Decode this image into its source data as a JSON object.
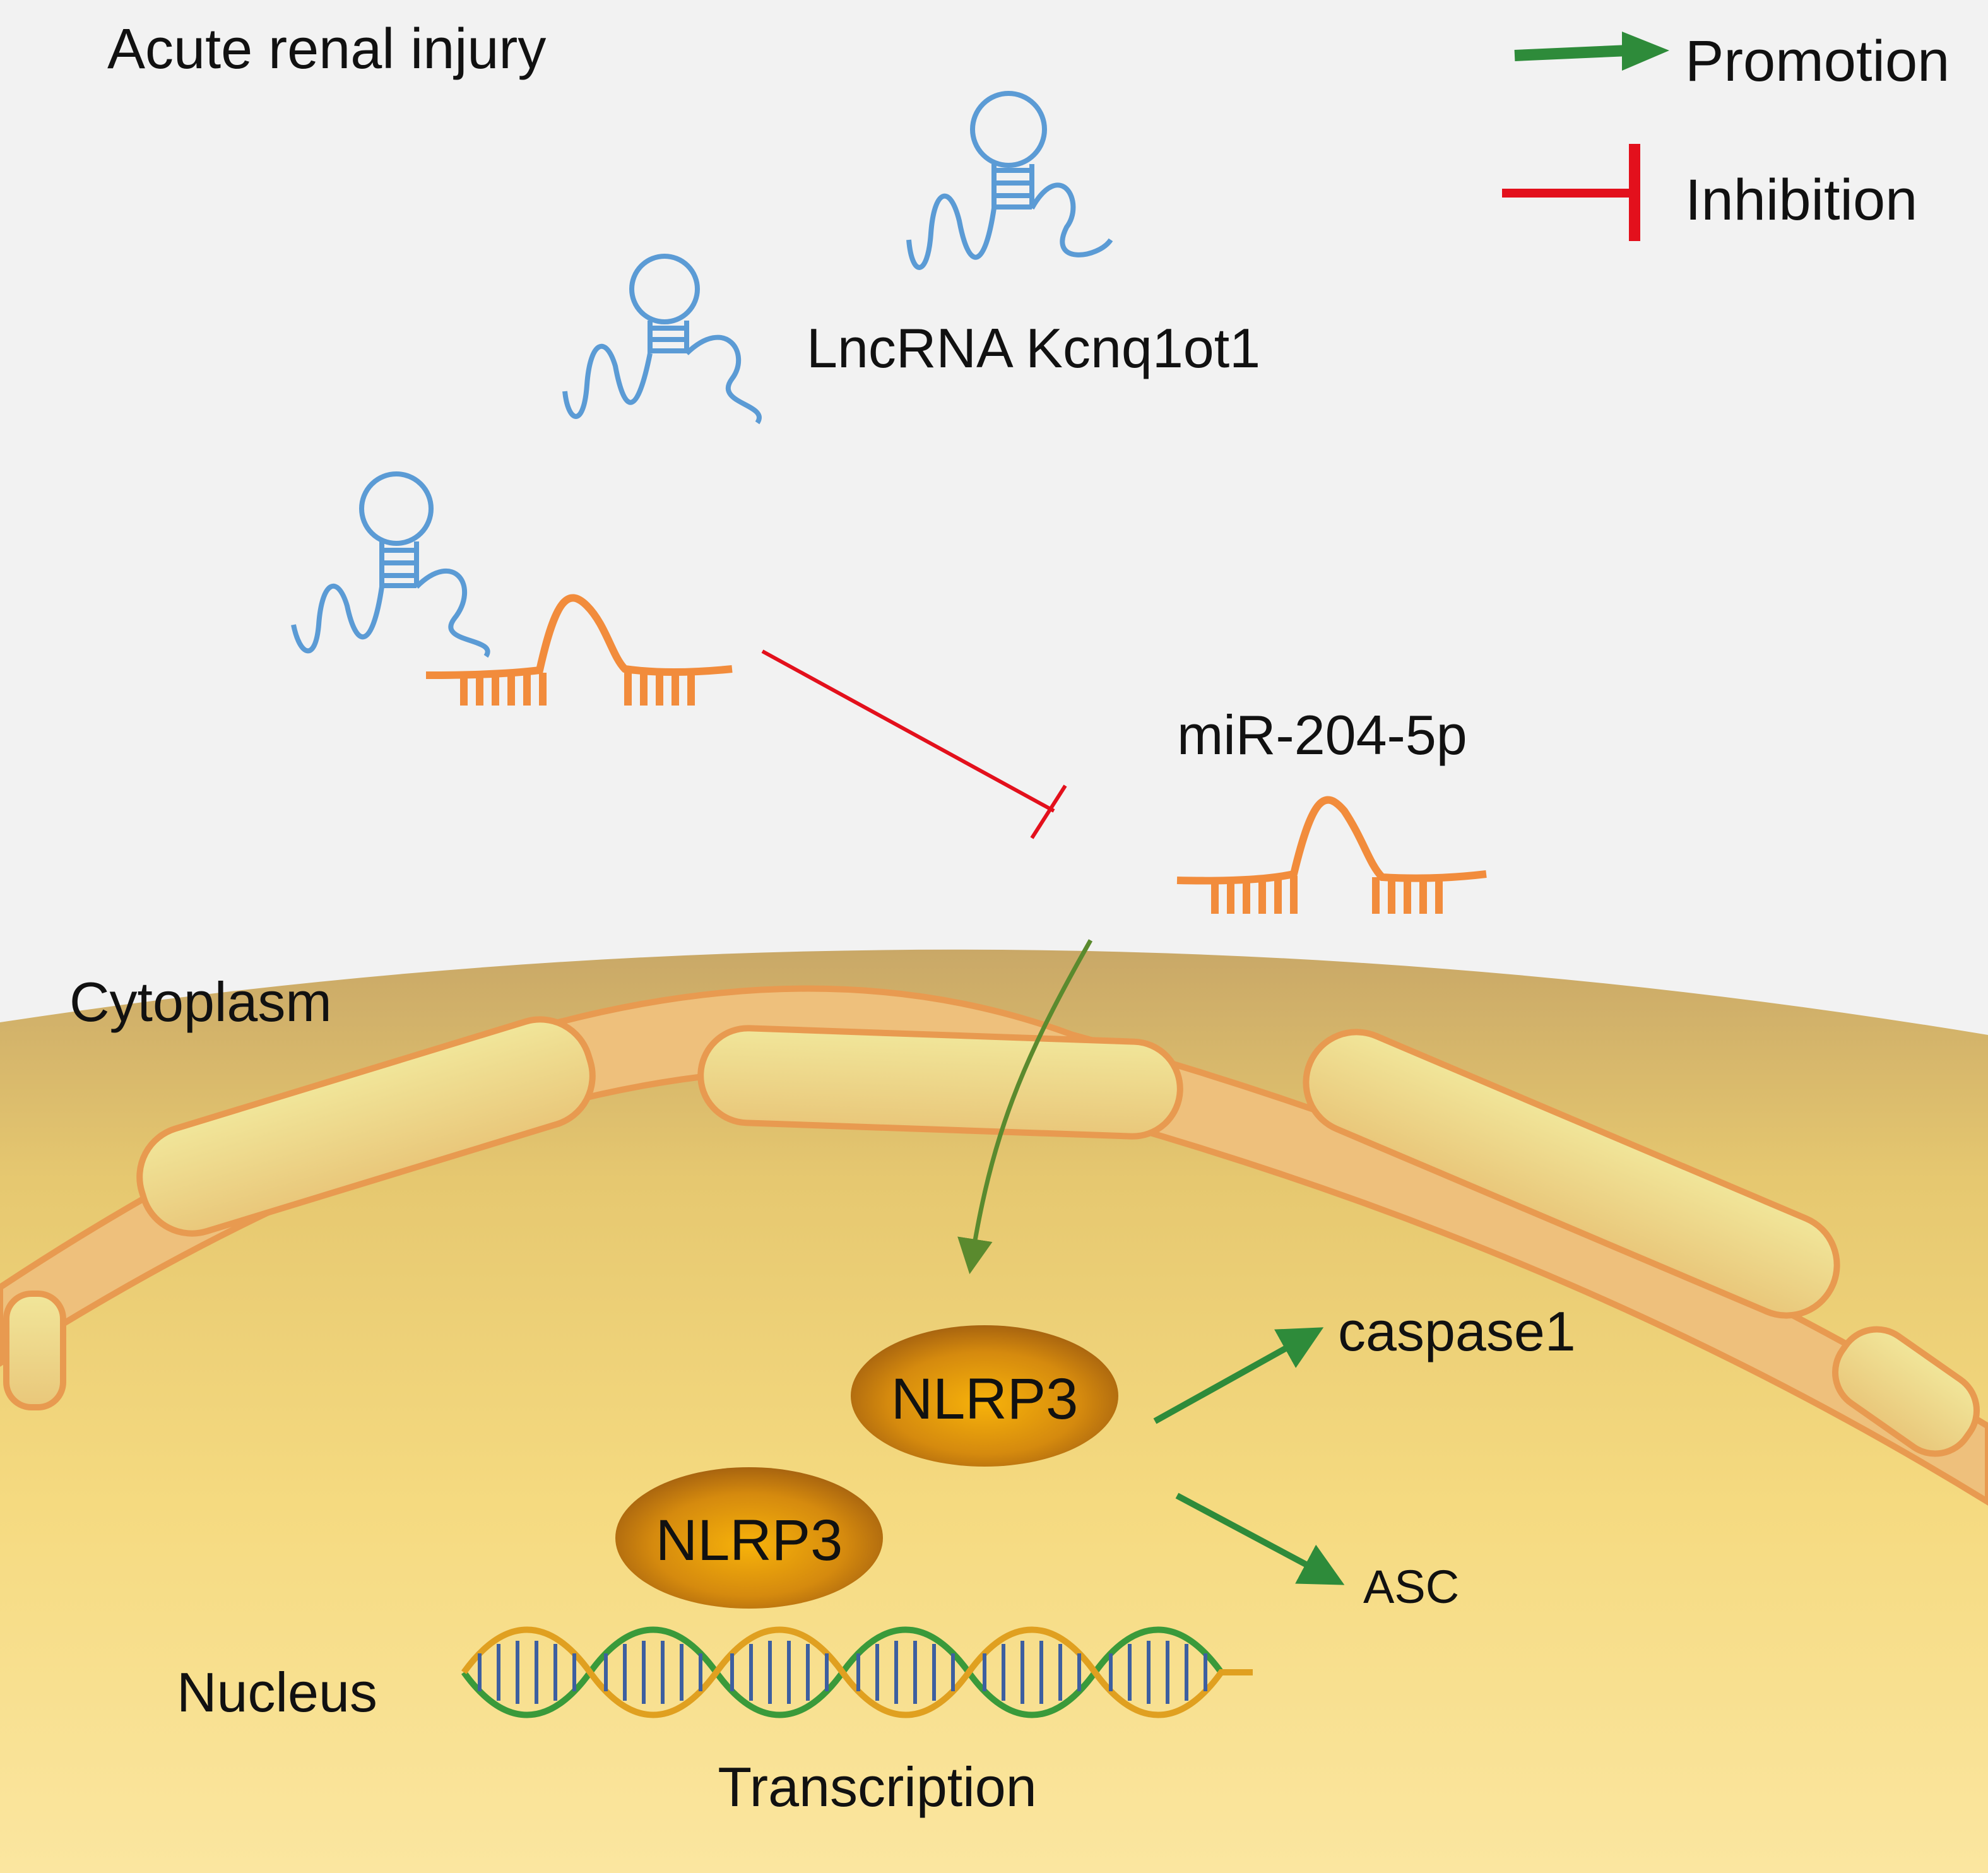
{
  "labels": {
    "title": "Acute renal injury",
    "lncrna": "LncRNA Kcnq1ot1",
    "mirna": "miR-204-5p",
    "cytoplasm": "Cytoplasm",
    "nucleus": "Nucleus",
    "transcription": "Transcription",
    "caspase": "caspase1",
    "asc": "ASC",
    "nlrp3_a": "NLRP3",
    "nlrp3_b": "NLRP3"
  },
  "legend": {
    "promotion": "Promotion",
    "inhibition": "Inhibition"
  },
  "colors": {
    "background": "#f2f2f2",
    "lncrna": "#5b9bd5",
    "mirna": "#f28c3c",
    "promotion": "#2e8b3a",
    "inhibition": "#e3101c",
    "nucleus_fill": "#f5d77a",
    "envelope": "#e8b060",
    "envelope_stroke": "#e89a50",
    "nlrp3": "#c07810"
  },
  "icons": [
    "hairpin-rna-icon",
    "mirna-icon",
    "dna-helix-icon",
    "nlrp3-protein-icon"
  ]
}
